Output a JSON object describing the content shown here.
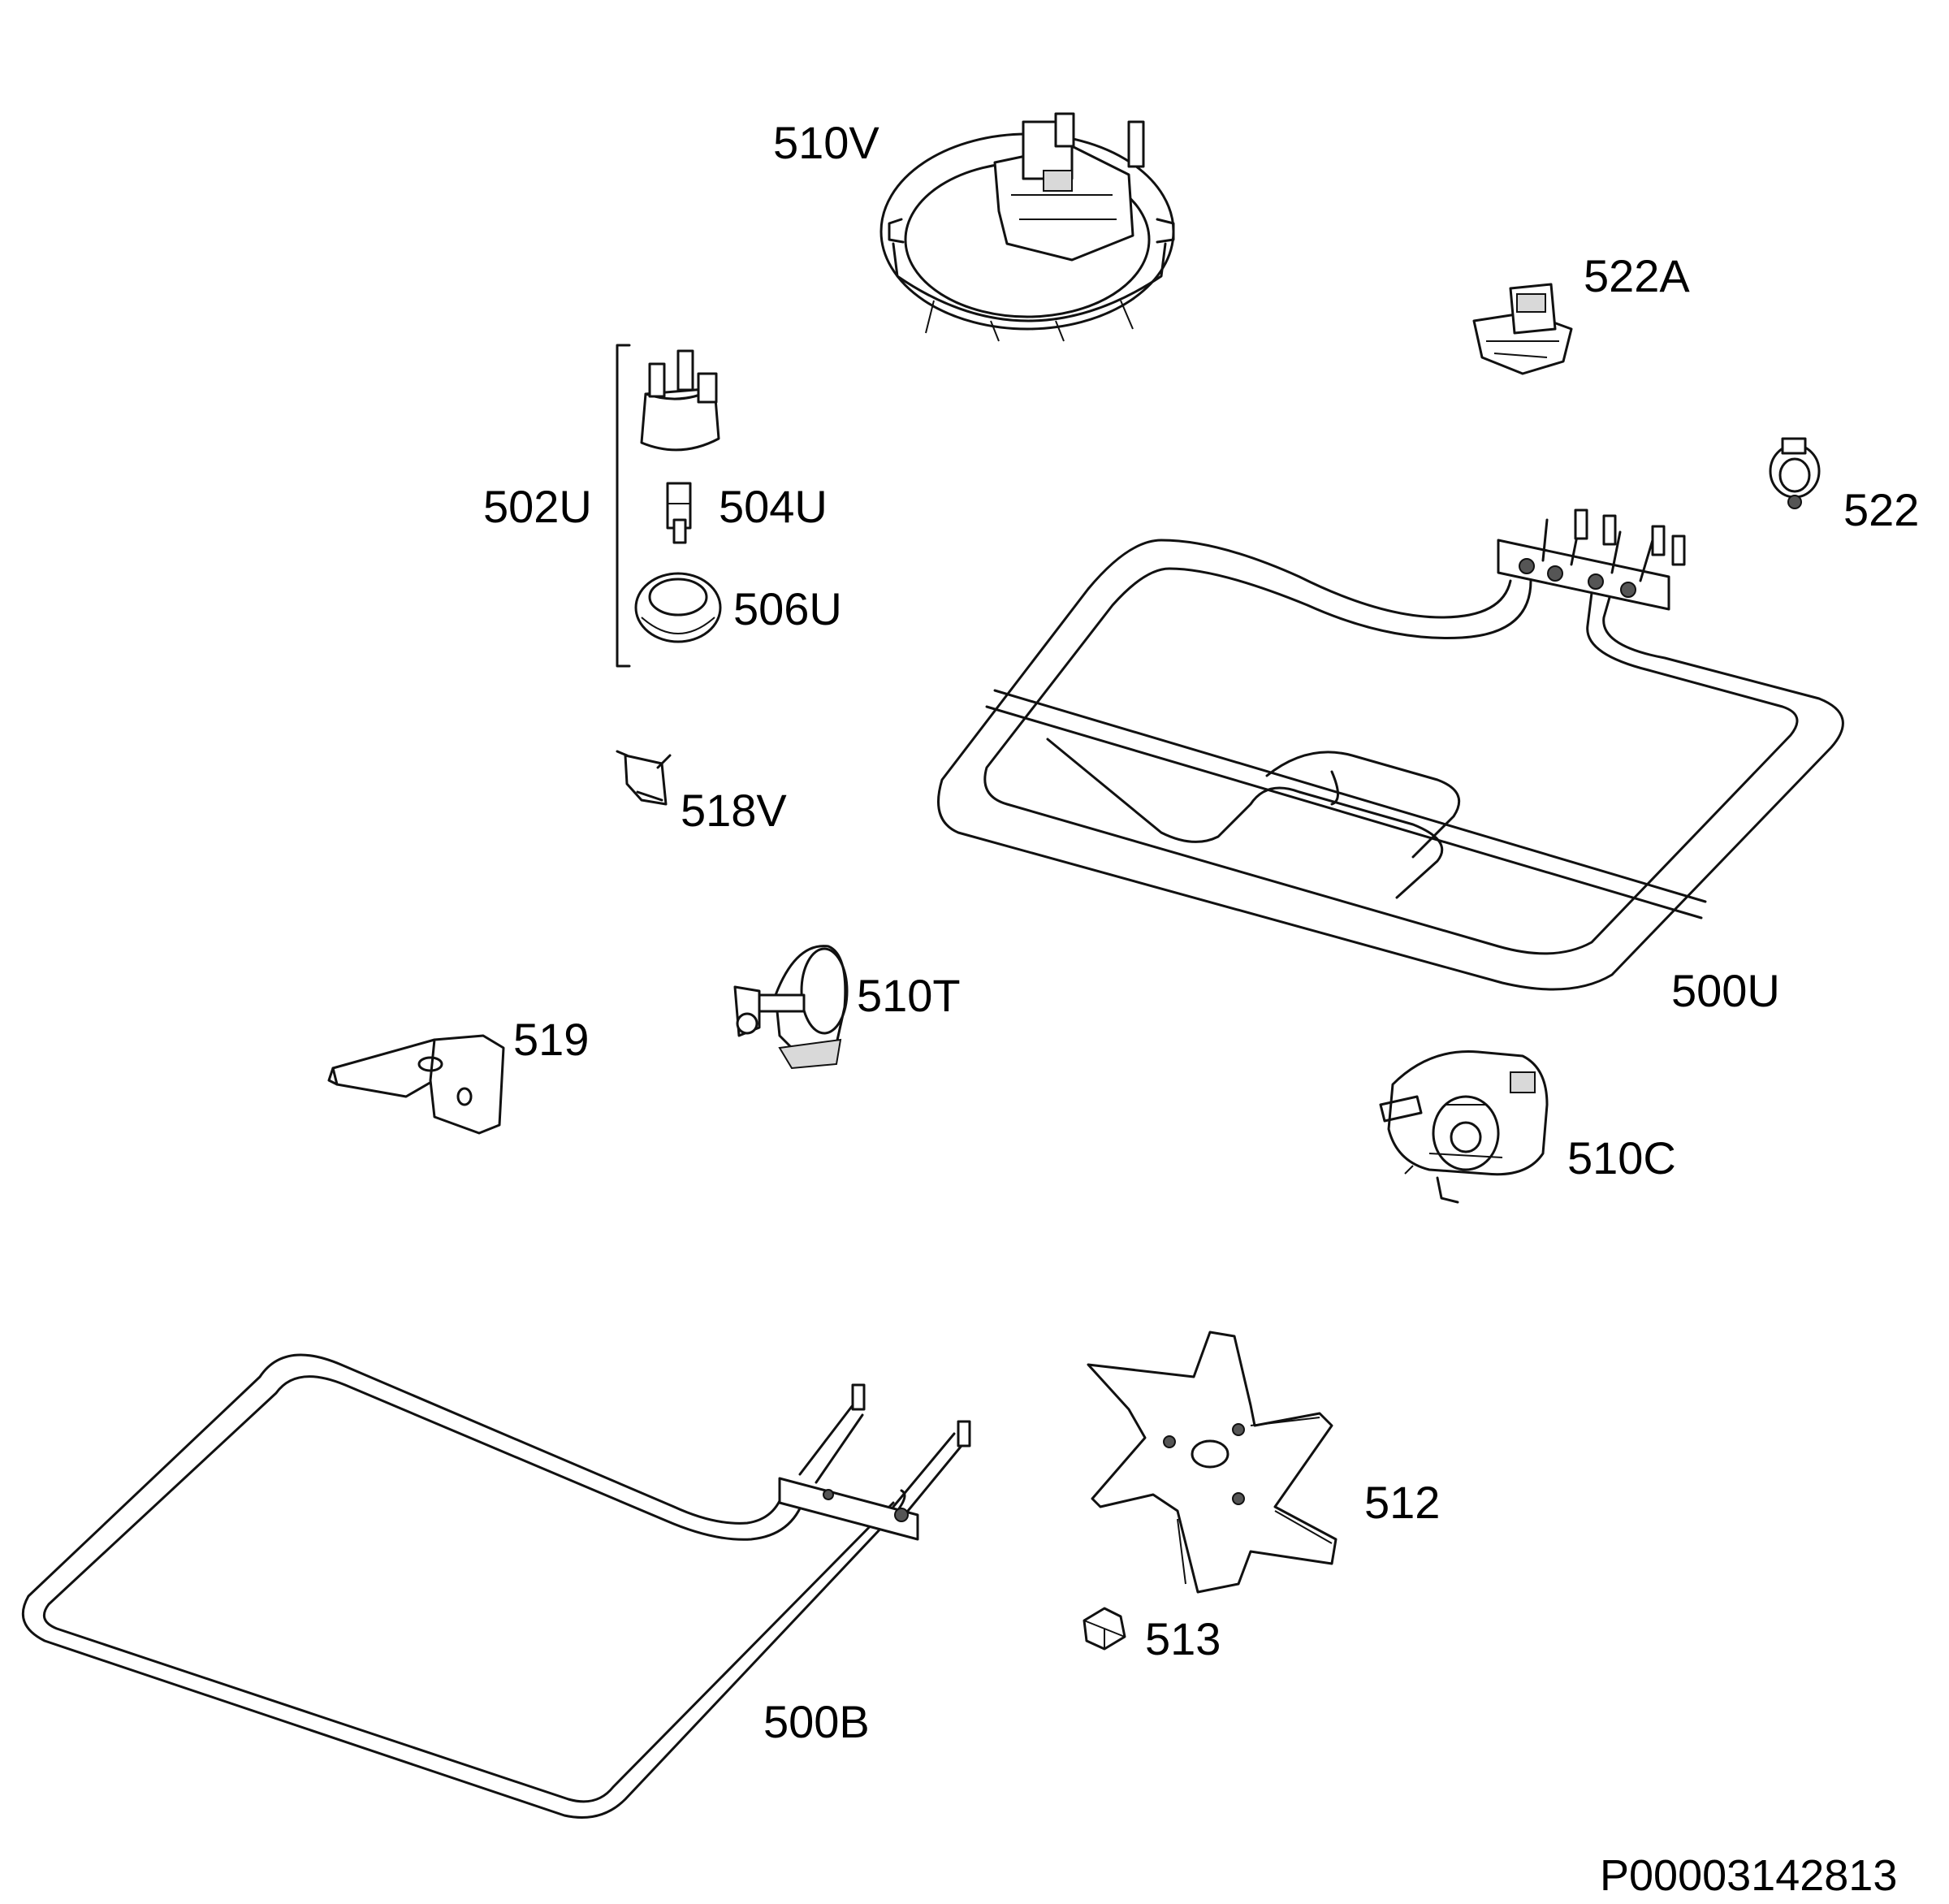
{
  "labels": {
    "p510V": "510V",
    "p522A": "522A",
    "p522": "522",
    "p502U": "502U",
    "p504U": "504U",
    "p506U": "506U",
    "p518V": "518V",
    "p500U": "500U",
    "p510T": "510T",
    "p519": "519",
    "p510C": "510C",
    "p512": "512",
    "p513": "513",
    "p500B": "500B"
  },
  "document_id": "P00003142813"
}
